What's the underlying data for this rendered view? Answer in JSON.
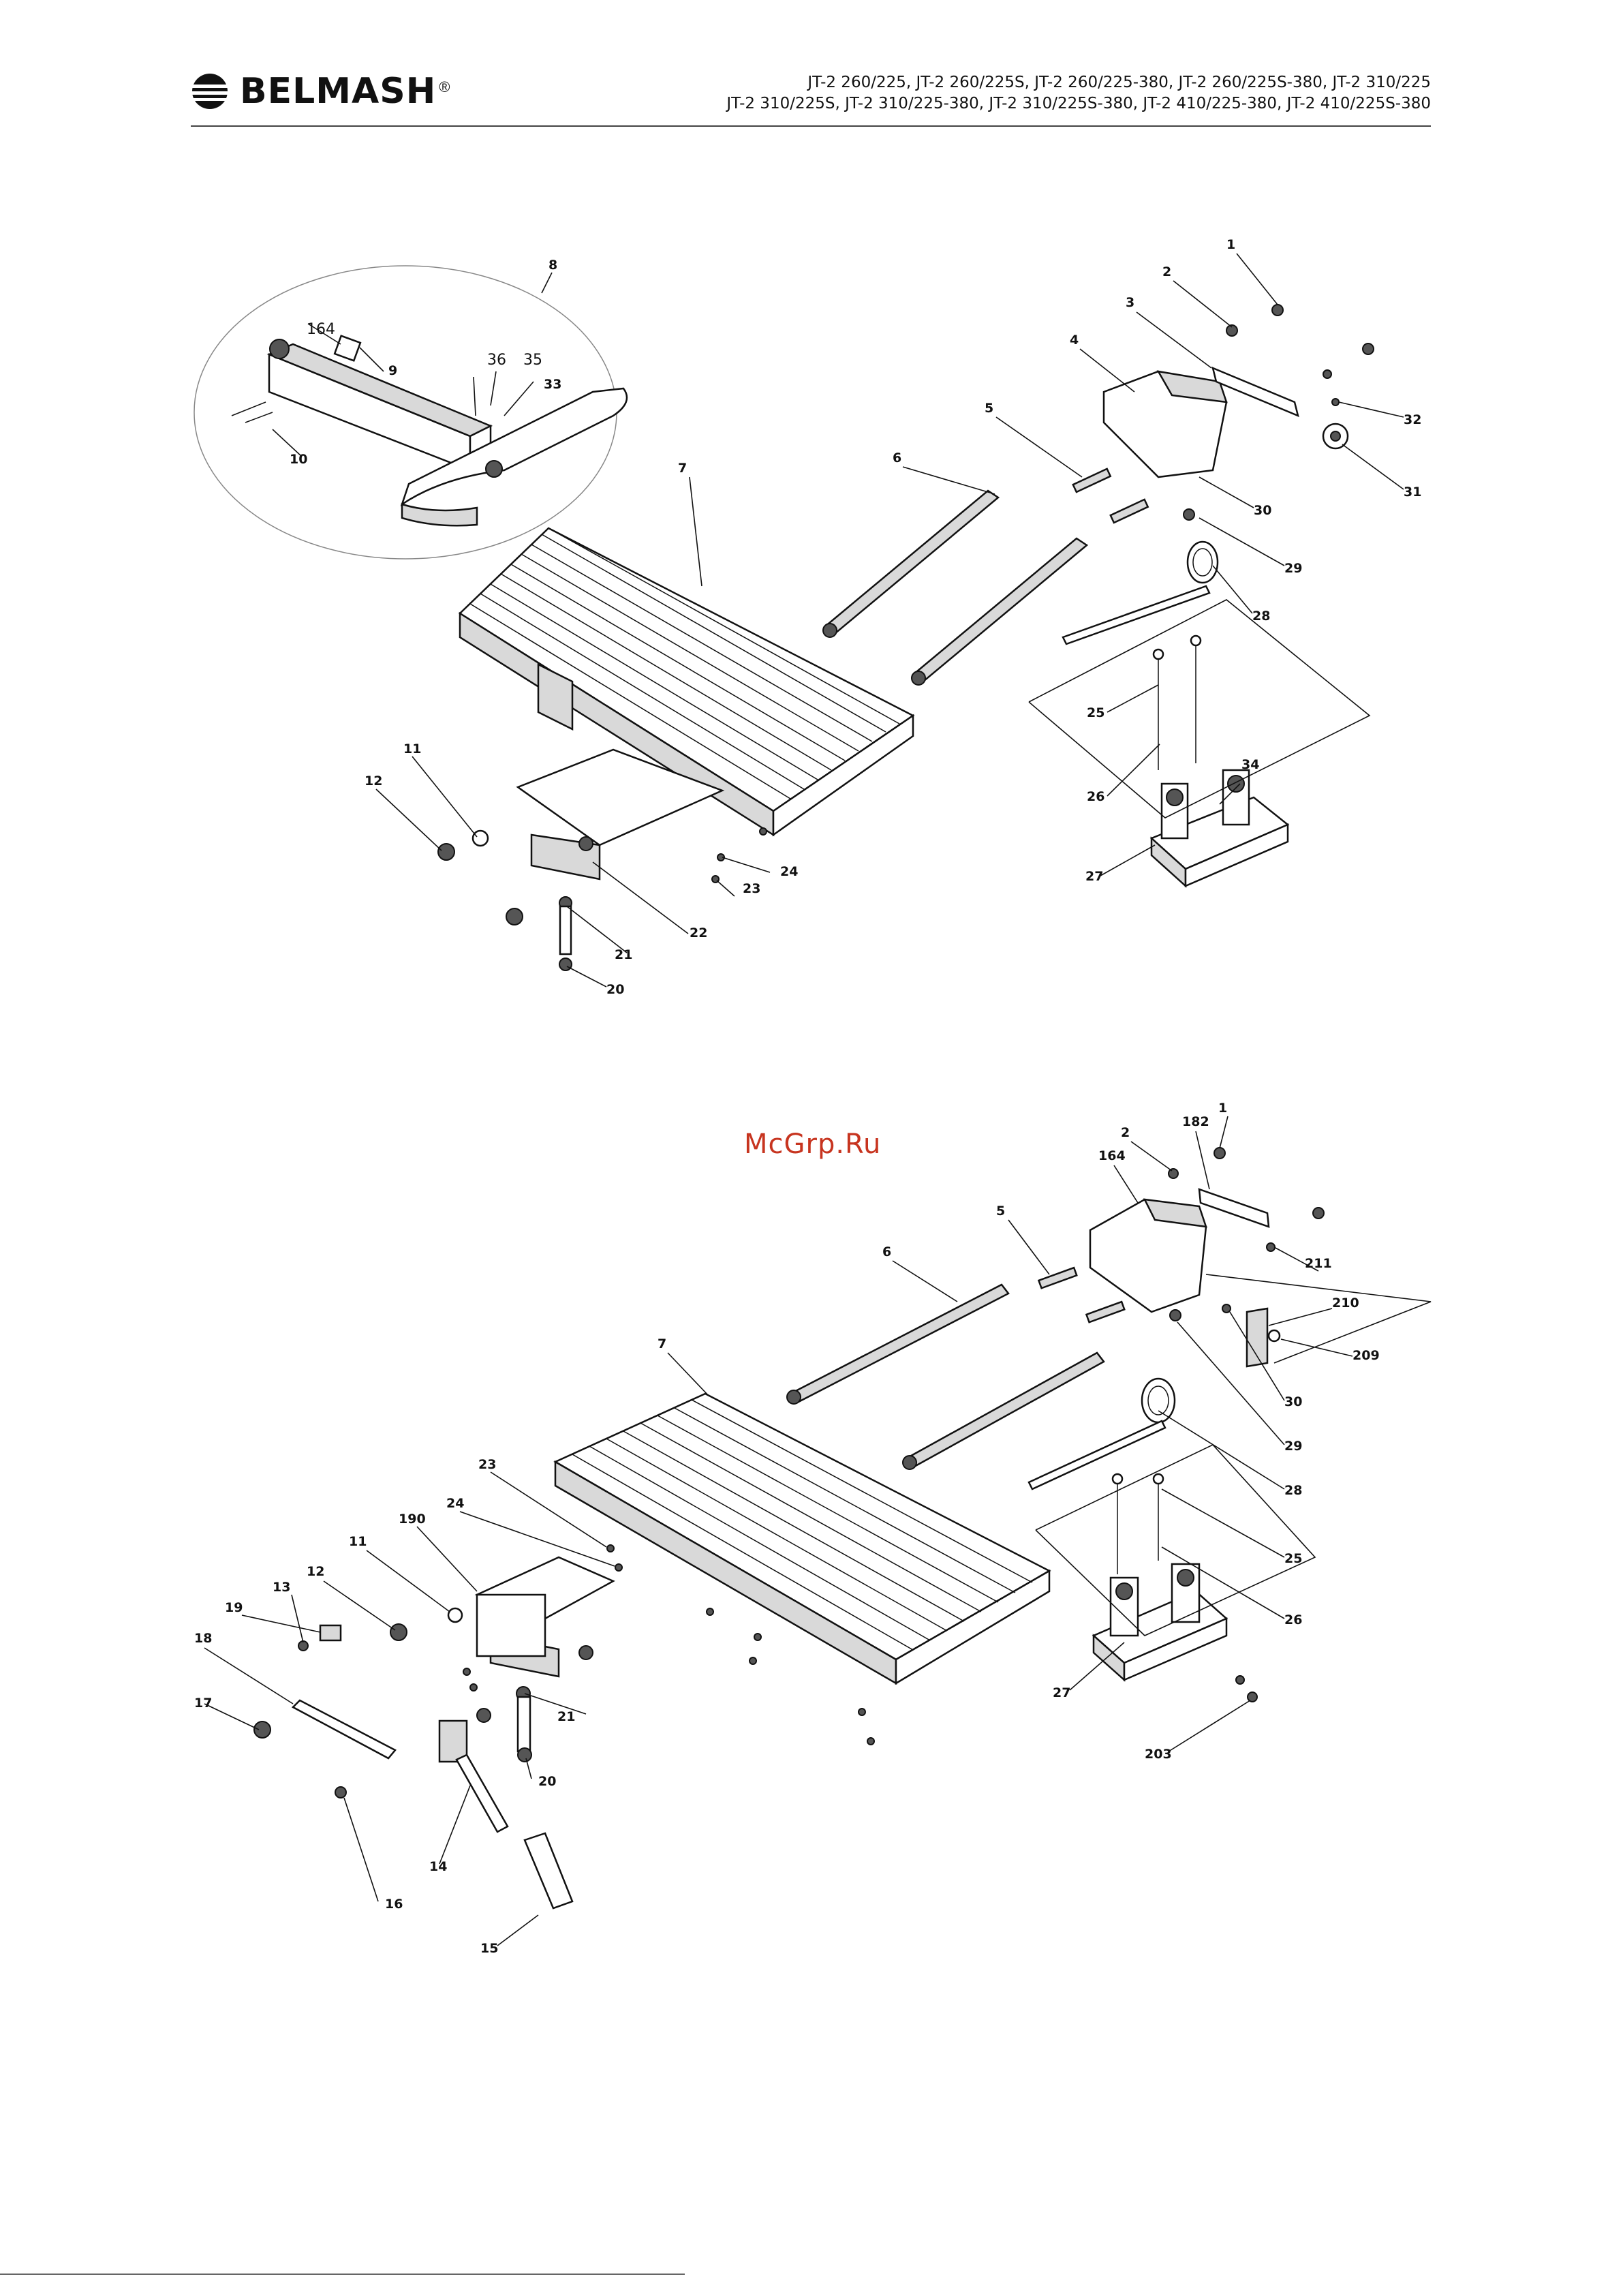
{
  "header": {
    "brand": "BELMASH",
    "brand_mark": "®",
    "models_line1": "JT-2 260/225, JT-2 260/225S, JT-2 260/225-380, JT-2 260/225S-380, JT-2 310/225",
    "models_line2": "JT-2 310/225S, JT-2 310/225-380, JT-2 310/225S-380, JT-2 410/225-380, JT-2 410/225S-380"
  },
  "watermark": "McGrp.Ru",
  "colors": {
    "ink": "#111111",
    "watermark": "#c7341f",
    "rule": "#444444"
  },
  "icons": {
    "logo": "belmash-globe-icon"
  },
  "diagram_top": {
    "labels": [
      {
        "text": "1"
      },
      {
        "text": "2"
      },
      {
        "text": "3"
      },
      {
        "text": "4"
      },
      {
        "text": "5"
      },
      {
        "text": "6"
      },
      {
        "text": "7"
      },
      {
        "text": "8"
      },
      {
        "text": "9"
      },
      {
        "text": "10"
      },
      {
        "text": "11"
      },
      {
        "text": "12"
      },
      {
        "text": "20"
      },
      {
        "text": "21"
      },
      {
        "text": "22"
      },
      {
        "text": "23"
      },
      {
        "text": "24"
      },
      {
        "text": "25"
      },
      {
        "text": "26"
      },
      {
        "text": "27"
      },
      {
        "text": "28"
      },
      {
        "text": "29"
      },
      {
        "text": "30"
      },
      {
        "text": "31"
      },
      {
        "text": "32"
      },
      {
        "text": "33"
      },
      {
        "text": "34"
      },
      {
        "text": "35"
      },
      {
        "text": "36"
      },
      {
        "text": "164"
      }
    ]
  },
  "diagram_bottom": {
    "labels": [
      {
        "text": "1"
      },
      {
        "text": "2"
      },
      {
        "text": "182"
      },
      {
        "text": "164"
      },
      {
        "text": "5"
      },
      {
        "text": "6"
      },
      {
        "text": "7"
      },
      {
        "text": "211"
      },
      {
        "text": "210"
      },
      {
        "text": "209"
      },
      {
        "text": "30"
      },
      {
        "text": "29"
      },
      {
        "text": "28"
      },
      {
        "text": "25"
      },
      {
        "text": "26"
      },
      {
        "text": "27"
      },
      {
        "text": "203"
      },
      {
        "text": "23"
      },
      {
        "text": "24"
      },
      {
        "text": "190"
      },
      {
        "text": "11"
      },
      {
        "text": "12"
      },
      {
        "text": "13"
      },
      {
        "text": "19"
      },
      {
        "text": "18"
      },
      {
        "text": "17"
      },
      {
        "text": "21"
      },
      {
        "text": "20"
      },
      {
        "text": "14"
      },
      {
        "text": "16"
      },
      {
        "text": "15"
      }
    ]
  }
}
